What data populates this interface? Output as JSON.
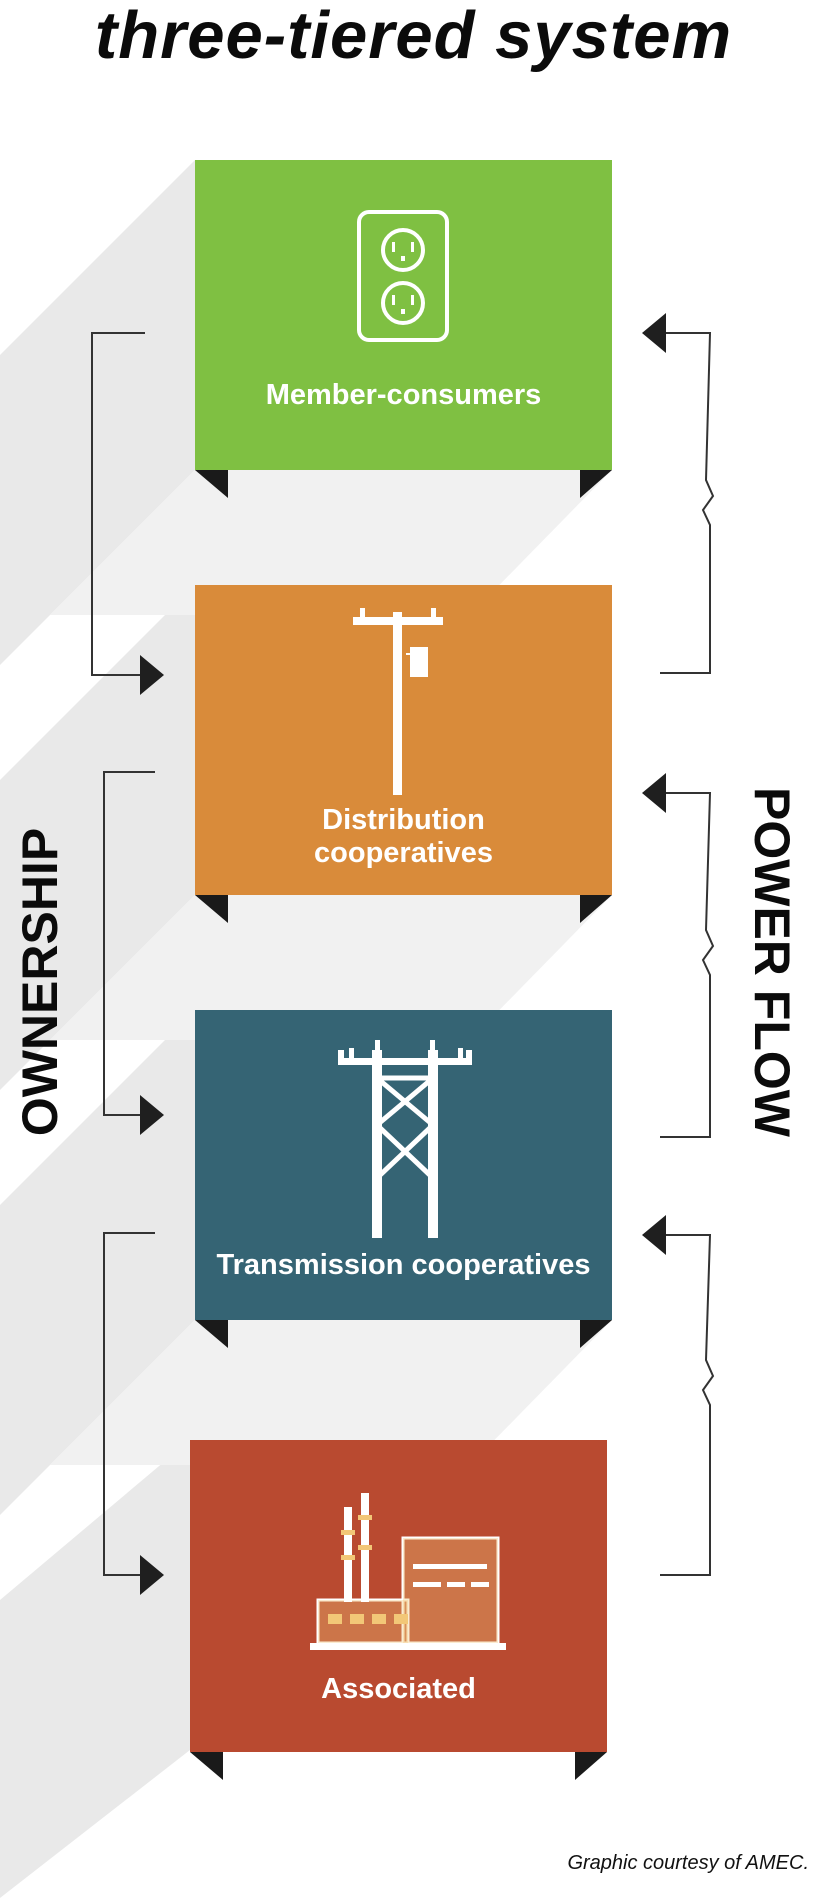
{
  "title": "three-tiered system",
  "side_labels": {
    "left": "OWNERSHIP",
    "right": "POWER FLOW"
  },
  "tiers": [
    {
      "label_lines": [
        "Member-consumers"
      ],
      "color": "#7fc042",
      "icon": "electrical-outlet-icon"
    },
    {
      "label_lines": [
        "Distribution",
        "cooperatives"
      ],
      "color": "#d98b3a",
      "icon": "utility-pole-icon"
    },
    {
      "label_lines": [
        "Transmission cooperatives"
      ],
      "color": "#356474",
      "icon": "transmission-tower-icon"
    },
    {
      "label_lines": [
        "Associated"
      ],
      "color": "#b94a30",
      "icon": "power-plant-icon"
    }
  ],
  "colors": {
    "shadow": "#e9e9e9",
    "connector": "#333333",
    "fold": "#1a1a1a"
  },
  "credit": "Graphic courtesy of AMEC."
}
